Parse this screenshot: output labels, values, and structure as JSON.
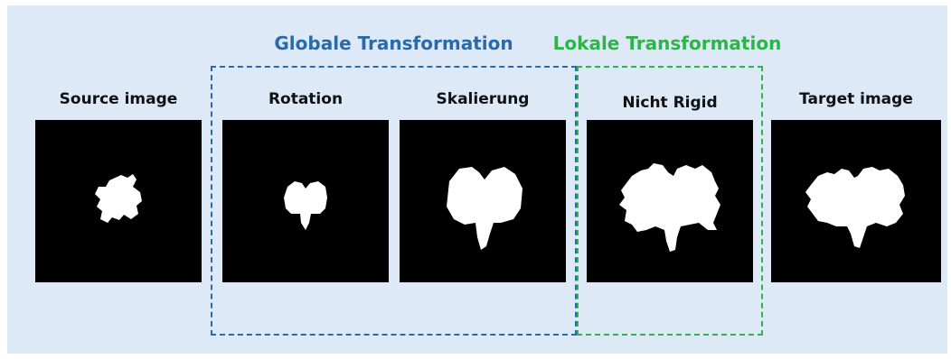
{
  "groups": {
    "global": {
      "title": "Globale Transformation",
      "color": "#2b6aa8"
    },
    "local": {
      "title": "Lokale Transformation",
      "color": "#2fb34a"
    }
  },
  "panels": [
    {
      "label": "Source image"
    },
    {
      "label": "Rotation"
    },
    {
      "label": "Skalierung"
    },
    {
      "label": "Nicht Rigid"
    },
    {
      "label": "Target image"
    }
  ],
  "colors": {
    "background": "#dde9f7",
    "image_background": "#000000",
    "shape_fill": "#ffffff"
  }
}
